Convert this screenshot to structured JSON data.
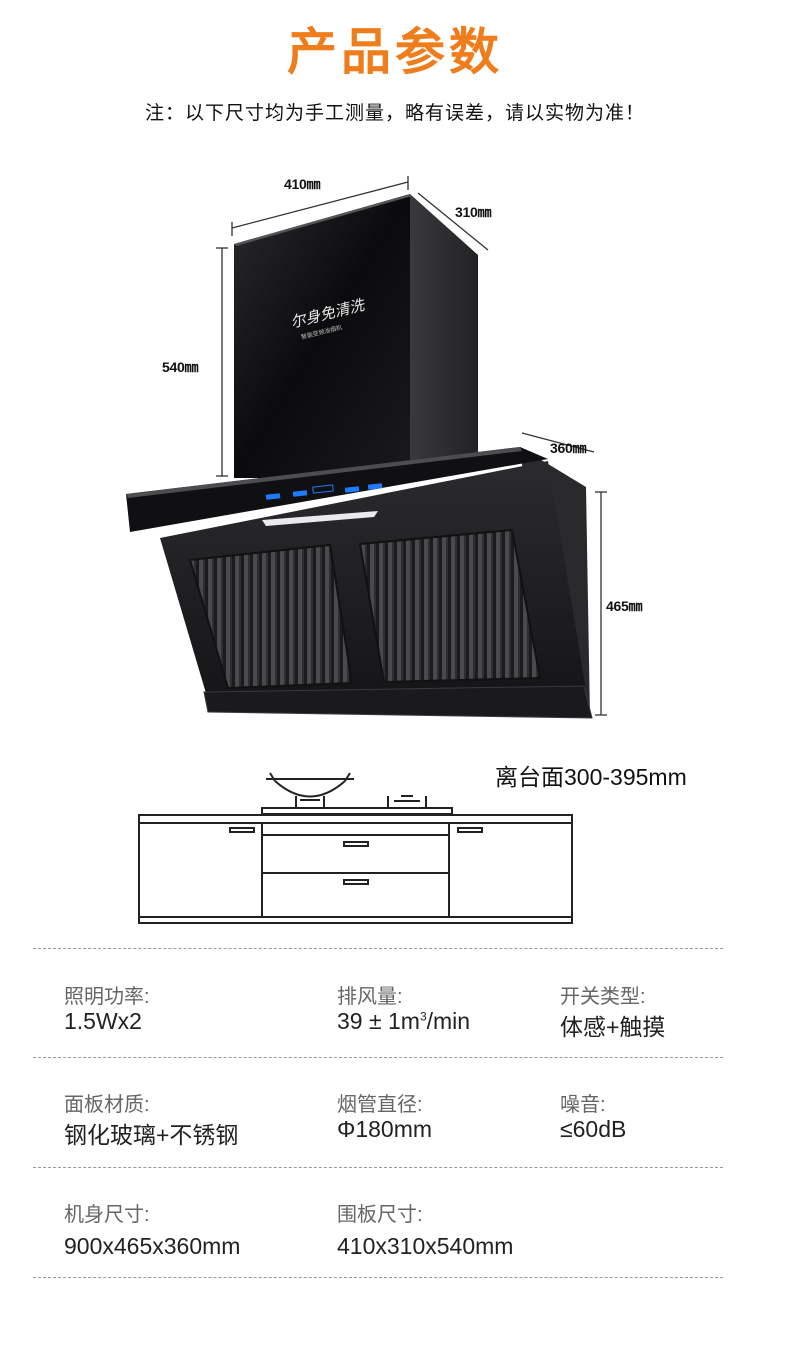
{
  "title": "产品参数",
  "note": "注：以下尺寸均为手工测量，略有误差，请以实物为准！",
  "dimensions": {
    "top_width": "410㎜",
    "top_depth": "310㎜",
    "top_height": "540㎜",
    "body_depth": "360㎜",
    "body_height": "465㎜"
  },
  "hood": {
    "brand_text": "尔身免清洗",
    "brand_subtext": "智能变频油烟机"
  },
  "cabinet": {
    "distance_label": "离台面300-395mm"
  },
  "specs": {
    "row1": [
      {
        "label": "照明功率:",
        "value": "1.5Wx2"
      },
      {
        "label": "排风量:",
        "value_main": "39 ± 1m",
        "value_sup": "3",
        "value_unit": "/min"
      },
      {
        "label": "开关类型:",
        "value": "体感+触摸"
      }
    ],
    "row2": [
      {
        "label": "面板材质:",
        "value": "钢化玻璃+不锈钢"
      },
      {
        "label": "烟管直径:",
        "value": "Φ180mm"
      },
      {
        "label": "噪音:",
        "value": "≤60dB"
      }
    ],
    "row3": [
      {
        "label": "机身尺寸:",
        "value": "900x465x360mm"
      },
      {
        "label": "围板尺寸:",
        "value": "410x310x540mm"
      }
    ]
  },
  "colors": {
    "title": "#f07d1c",
    "hood_body": "#1c1c1e",
    "panel_button": "#1e7bff"
  }
}
